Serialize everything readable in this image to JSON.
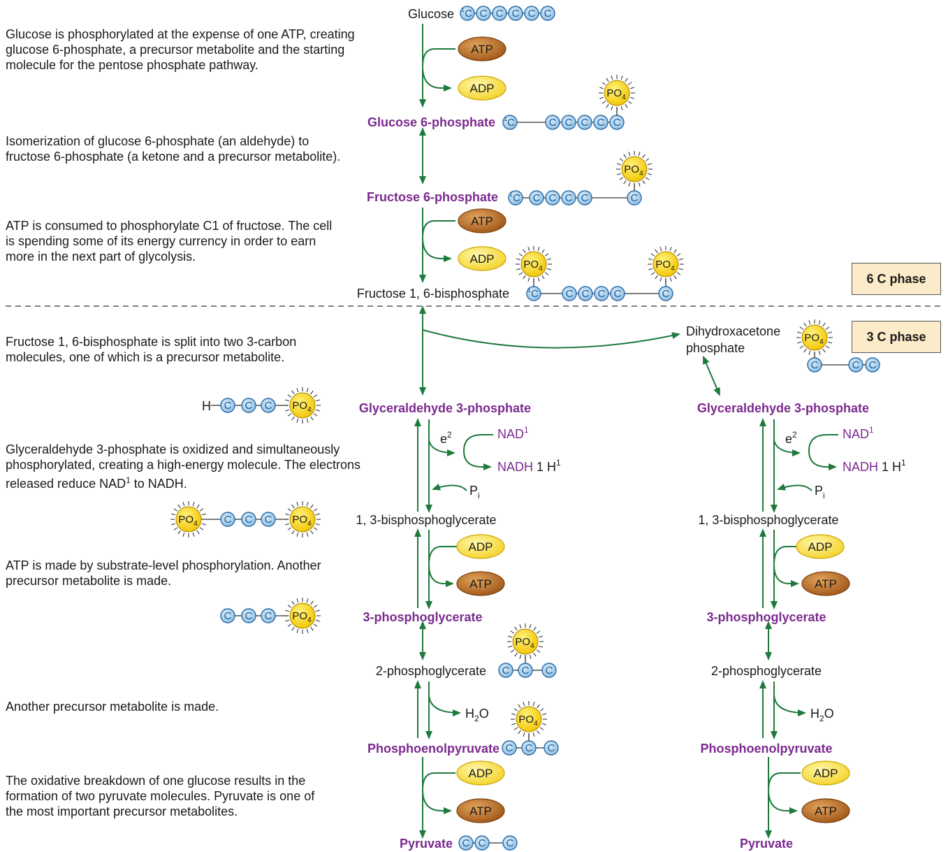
{
  "descriptions": [
    "Glucose is phosphorylated at the expense of one ATP, creating glucose 6-phosphate, a precursor metabolite and the starting molecule for the pentose phosphate pathway.",
    "Isomerization of glucose 6-phosphate (an aldehyde) to fructose 6-phosphate (a ketone and a precursor metabolite).",
    "ATP is consumed to phosphorylate C1 of fructose. The cell is spending some of its energy currency in order to earn more in the next part of glycolysis.",
    "Fructose 1, 6-bisphosphate is split into two 3-carbon molecules, one of which is a precursor metabolite.",
    "Glyceraldehyde 3-phosphate is oxidized and simultaneously phosphorylated, creating a high-energy molecule. The electrons released reduce NAD1 to NADH.",
    "ATP is made by substrate-level phosphorylation. Another precursor metabolite is made.",
    "Another precursor metabolite is made.",
    "The oxidative breakdown of one glucose results in the formation of two pyruvate molecules. Pyruvate is one of the most important precursor metabolites."
  ],
  "phases": {
    "six_c": "6 C phase",
    "three_c": "3 C phase"
  },
  "metabolites": {
    "glucose": "Glucose",
    "glucose_6p": "Glucose 6-phosphate",
    "fructose_6p": "Fructose 6-phosphate",
    "fructose_16bp": "Fructose 1, 6-bisphosphate",
    "dhap_line1": "Dihydroxacetone",
    "dhap_line2": "phosphate",
    "g3p": "Glyceraldehyde 3-phosphate",
    "bpg13": "1, 3-bisphosphoglycerate",
    "pg3": "3-phosphoglycerate",
    "pg2": "2-phosphoglycerate",
    "pep": "Phosphoenolpyruvate",
    "pyruvate": "Pyruvate"
  },
  "cofactors": {
    "atp": "ATP",
    "adp": "ADP",
    "nad": "NAD",
    "nad_sup": "1",
    "nadh": "NADH",
    "nadh_h": " 1 H",
    "nadh_sup": "1",
    "e": "e",
    "e_sup": "2",
    "pi": "P",
    "pi_sub": "i",
    "h2o_h": "H",
    "h2o_sub": "2",
    "h2o_o": "O",
    "h_prefix": "H"
  },
  "molecule_glyphs": {
    "carbon": "C",
    "carbon_one_sup": "1",
    "phosphate": "PO",
    "phosphate_sub": "4"
  },
  "colors": {
    "arrow": "#1e7a3c",
    "label_purple": "#7b2a8e",
    "carbon_fill": "#a9cdea",
    "carbon_stroke": "#2a6aa8",
    "phosphate_fill": "#f5cf12",
    "atp_fill": "#b5651d",
    "adp_fill": "#fbe04a",
    "phase_box": "#fcebc8"
  }
}
